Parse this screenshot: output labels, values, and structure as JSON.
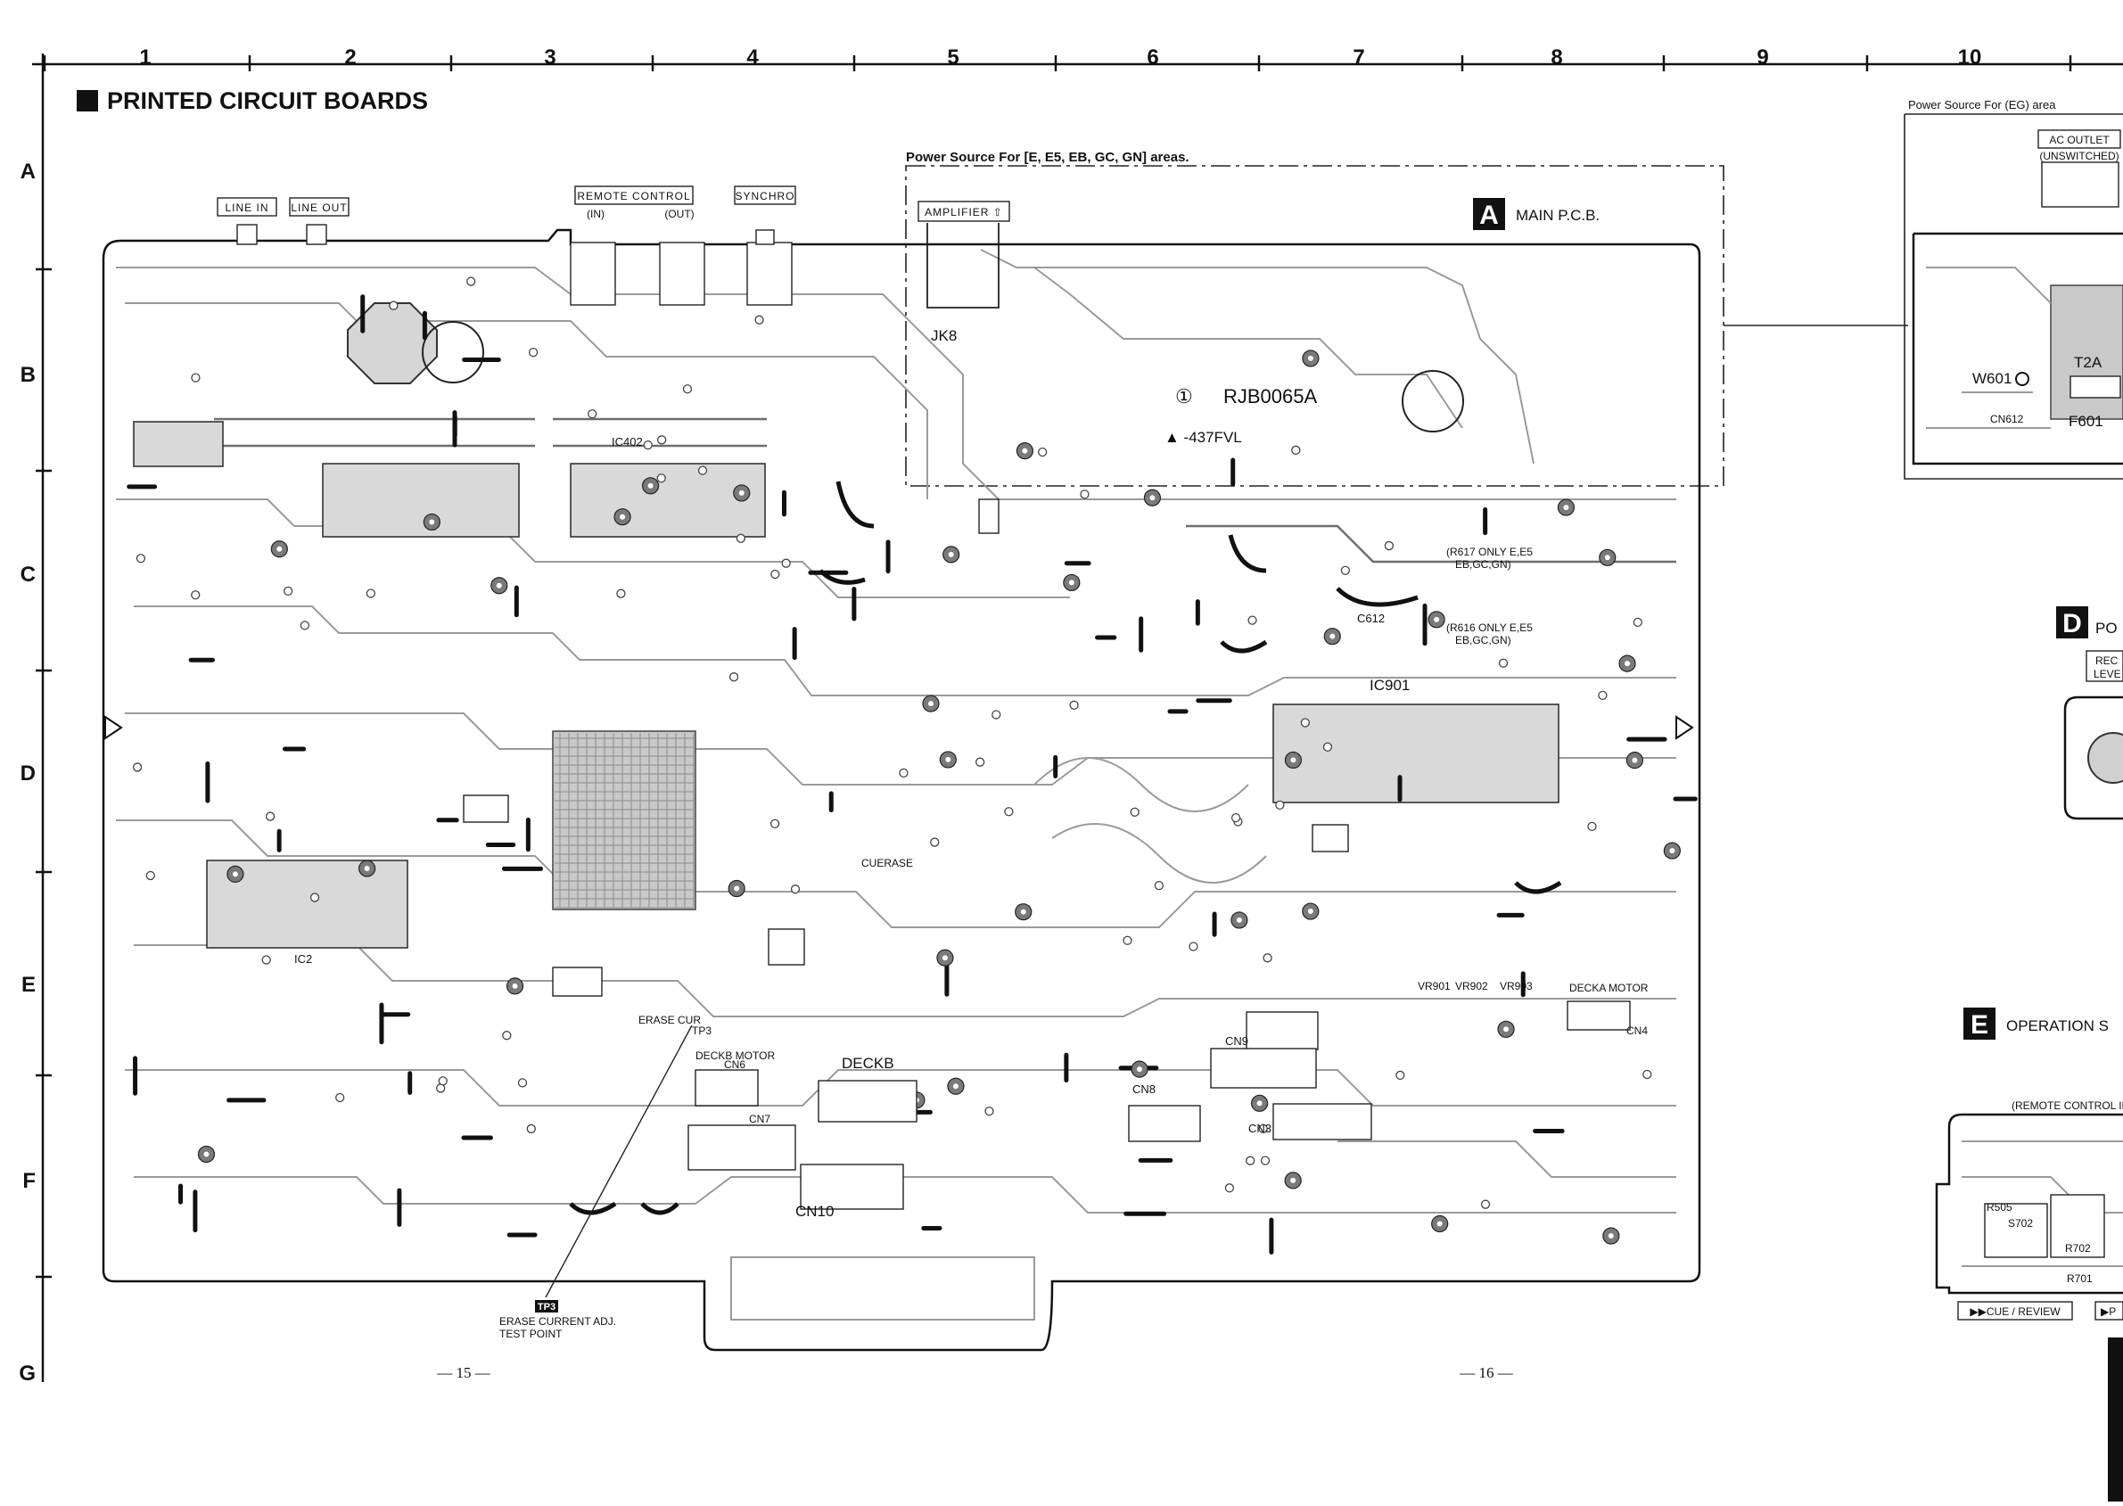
{
  "frame": {
    "columns": [
      "1",
      "2",
      "3",
      "4",
      "5",
      "6",
      "7",
      "8",
      "9",
      "10"
    ],
    "rows": [
      "A",
      "B",
      "C",
      "D",
      "E",
      "F",
      "G"
    ]
  },
  "header": {
    "title": "PRINTED CIRCUIT BOARDS"
  },
  "power_notes": {
    "main": "Power Source For [E, E5, EB, GC, GN] areas.",
    "eg": "Power Source  For (EG) area"
  },
  "board_a": {
    "badge": "A",
    "name": "MAIN P.C.B.",
    "part_no": "RJB0065A",
    "part_no_mark": "①",
    "sub_no": "▲ -437FVL",
    "amp_label": "AMPLIFIER ⇧",
    "jack_labels": {
      "jk8": "JK8"
    }
  },
  "jacks": {
    "line_in": "LINE IN",
    "line_out": "LINE OUT",
    "remote_control": "REMOTE  CONTROL",
    "remote_in": "(IN)",
    "remote_out": "(OUT)",
    "synchro": "SYNCHRO"
  },
  "components": {
    "ic901": "IC901",
    "ic402": "IC402",
    "ic2": "IC2",
    "c612": "C612",
    "deckb": "DECKB",
    "deckb_motor": "DECKB MOTOR",
    "decka_motor": "DECKA MOTOR",
    "cn10": "CN10",
    "cn9": "CN9",
    "cn8": "CN8",
    "cn3": "CN3",
    "cn7": "CN7",
    "cn6": "CN6",
    "cn4": "CN4",
    "tp3": "TP3",
    "erase_cur": "ERASE\nCUR",
    "cuerase": "CUERASE",
    "vr901": "VR901",
    "vr902": "VR902",
    "vr903": "VR903",
    "r617_note_1": "(R617 ONLY E,E5",
    "r617_note_2": "EB,GC,GN)",
    "r616_note_1": "(R616 ONLY E,E5",
    "r616_note_2": "EB,GC,GN)"
  },
  "tp3_note": {
    "tag": "TP3",
    "line1": "ERASE CURRENT ADJ.",
    "line2": "TEST POINT"
  },
  "right_boards": {
    "ac_outlet": "AC  OUTLET",
    "unswitched": "(UNSWITCHED)",
    "w601": "W601",
    "t2a": "T2A",
    "f601": "F601",
    "cn612": "CN612",
    "d_badge": "D",
    "d_name": "PO",
    "rec_level_1": "REC",
    "rec_level_2": "LEVE",
    "e_badge": "E",
    "e_name": "OPERATION S",
    "remote_control_in": "(REMOTE CONTROL  IN",
    "cue_review": "▶▶CUE / REVIEW",
    "play_partial": "▶P",
    "s702": "S702",
    "r701": "R701",
    "r702": "R702",
    "r505": "R505"
  },
  "page_numbers": {
    "left": "— 15 —",
    "right": "— 16 —"
  },
  "colors": {
    "ink": "#111111",
    "trace": "#9a9a9a",
    "ic_fill": "#d9d9d9"
  }
}
